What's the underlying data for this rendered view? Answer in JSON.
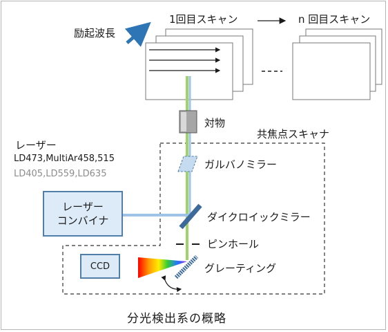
{
  "diagram": {
    "excitation_wavelength": "励起波長",
    "first_scan": "1回目スキャン",
    "nth_scan": "n 回目スキャン",
    "objective": "対物",
    "confocal_scanner": "共焦点スキャナ",
    "laser_title": "レーザー",
    "laser_lines_primary": "LD473,MultiAr458,515",
    "laser_lines_secondary": "LD405,LD559,LD635",
    "galvano_mirror": "ガルバノミラー",
    "laser_combiner": [
      "レーザー",
      "コンバイナ"
    ],
    "dichroic_mirror": "ダイクロイックミラー",
    "pinhole": "ピンホール",
    "ccd": "CCD",
    "grating": "グレーティング",
    "caption": "分光検出系の概略"
  },
  "colors": {
    "beam_green": "#9fd46a",
    "beam_blue": "#9ec3e6",
    "box_fill": "#dcebf7",
    "box_border": "#4f7ea8",
    "mirror": "#3d6a9a",
    "arrow": "#2e75b6",
    "secondary_text": "#8c8c8c"
  }
}
